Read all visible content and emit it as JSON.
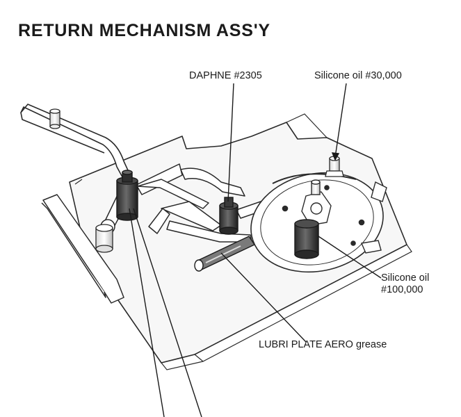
{
  "title": "RETURN MECHANISM ASS'Y",
  "callouts": {
    "daphne": "DAPHNE #2305",
    "silicone_30000": "Silicone oil #30,000",
    "silicone_100000_line1": "Silicone oil",
    "silicone_100000_line2": "#100,000",
    "lubriplate": "LUBRI PLATE AERO grease"
  },
  "colors": {
    "ink": "#1a1a1a",
    "line": "#2a2a2a",
    "grease_shade": "#555555"
  }
}
